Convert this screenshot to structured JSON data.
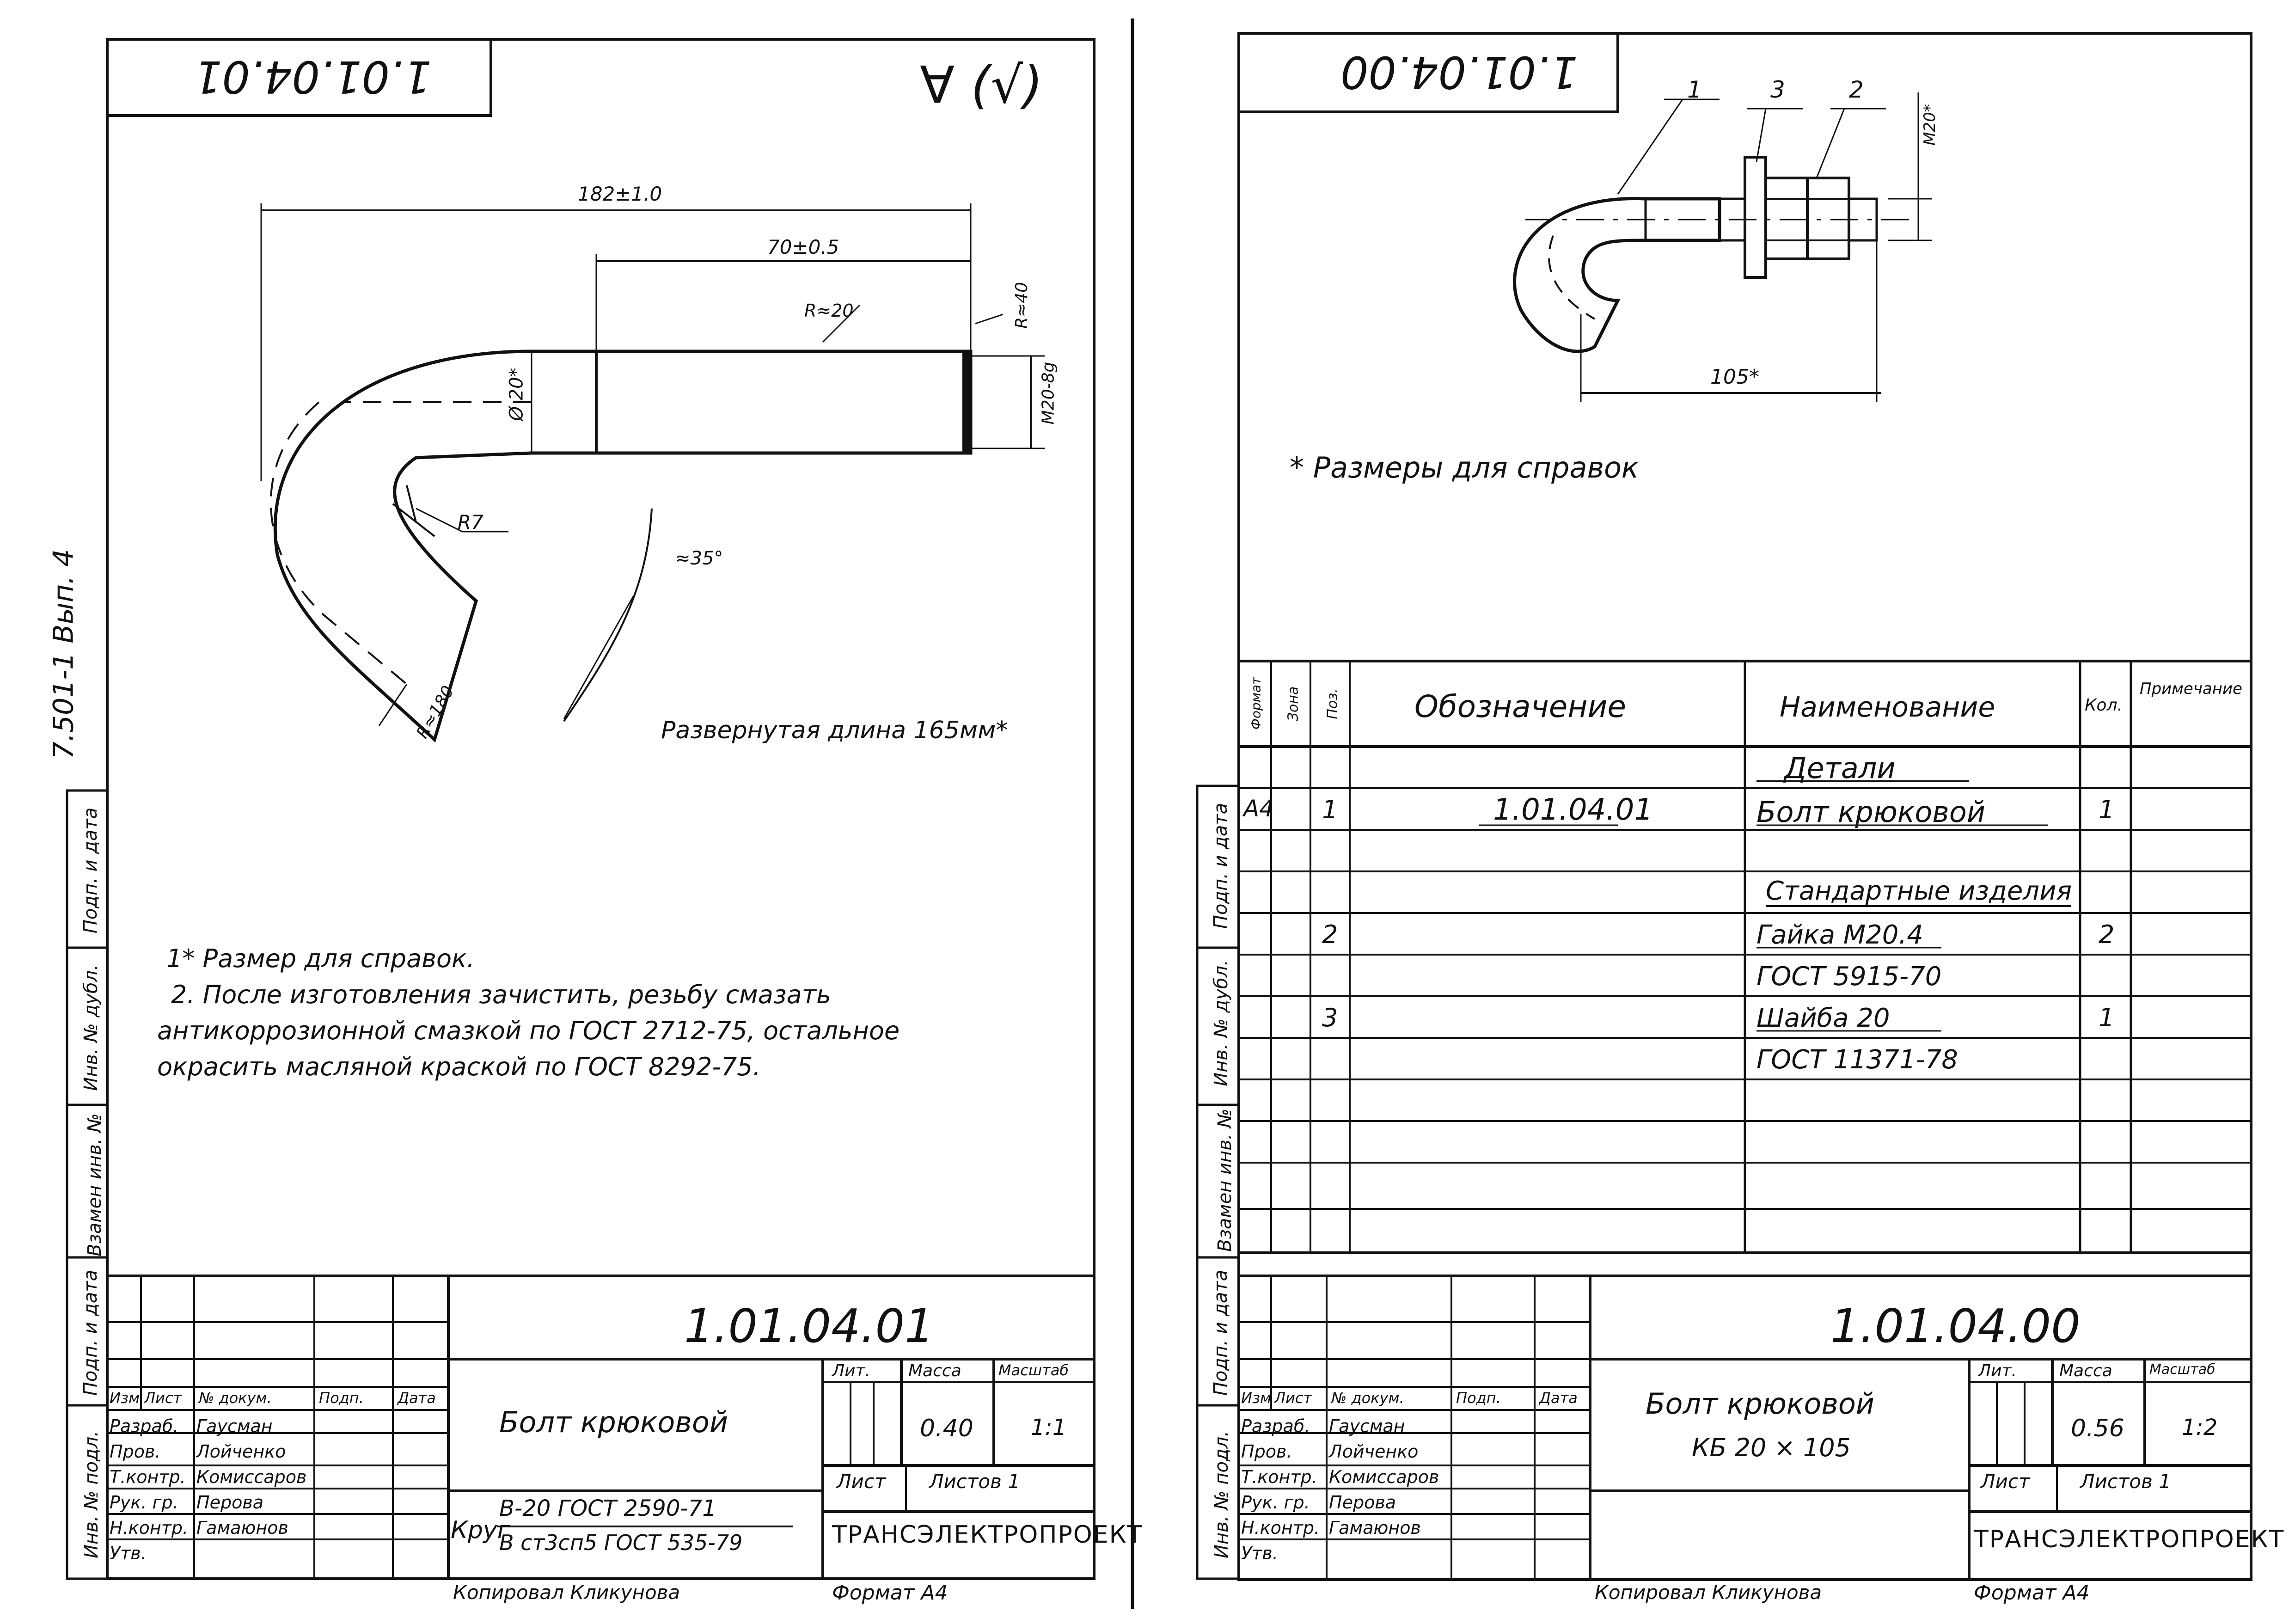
{
  "left_sheet": {
    "code_box": "1.01.04.01",
    "roughness_mark": "∀ (√)",
    "dimensions": {
      "overall": "182±1.0",
      "straight": "70±0.5",
      "thread": "M20-8g",
      "diameter": "Ø 20*",
      "r_bend": "R≈20",
      "r_end": "R≈40",
      "r_inner": "R7",
      "r_outer": "R≈180",
      "angle": "≈35°"
    },
    "developed_length": "Развернутая длина 165мм*",
    "notes": [
      "1* Размер для справок.",
      "2. После изготовления зачистить, резьбу смазать",
      "антикоррозионной смазкой по ГОСТ 2712-75, остальное",
      "окрасить масляной краской по ГОСТ 8292-75."
    ],
    "side_label": "7.501-1 Вып. 4",
    "side_stamp_labels": [
      "Подп. и дата",
      "Инв. № дубл.",
      "Взамен инв. №",
      "Подп. и дата",
      "Инв. № подл."
    ],
    "title_block": {
      "designation": "1.01.04.01",
      "name": "Болт крюковой",
      "material_prefix": "Круг",
      "material_top": "В-20   ГОСТ 2590-71",
      "material_bottom": "В ст3сп5 ГОСТ 535-79",
      "head_cols": [
        "Изм",
        "Лист",
        "№ докум.",
        "Подп.",
        "Дата"
      ],
      "roles": [
        "Разраб.",
        "Пров.",
        "Т.контр.",
        "Рук. гр.",
        "Н.контр.",
        "Утв."
      ],
      "names": [
        "Гаусман",
        "Лойченко",
        "",
        "Комиссаров",
        "Перова",
        "Гамаюнов"
      ],
      "lit_label": "Лит.",
      "mass_label": "Масса",
      "scale_label": "Масштаб",
      "mass": "0.40",
      "scale": "1:1",
      "sheet_label": "Лист",
      "sheets_label": "Листов 1",
      "org": "ТРАНСЭЛЕКТРОПРОЕКТ",
      "copied": "Копировал Кликунова",
      "format": "Формат А4"
    }
  },
  "right_sheet": {
    "code_box": "1.01.04.00",
    "callouts": [
      "1",
      "3",
      "2"
    ],
    "thread_dim": "M20*",
    "length_dim": "105*",
    "ref_note": "* Размеры для справок",
    "spec_headers": [
      "Формат",
      "Зона",
      "Поз.",
      "Обозначение",
      "Наименование",
      "Кол.",
      "Примечание"
    ],
    "spec_rows": [
      {
        "fmt": "",
        "pos": "",
        "des": "",
        "name": "Детали",
        "qty": "",
        "underline": true
      },
      {
        "fmt": "А4",
        "pos": "1",
        "des": "1.01.04.01",
        "name": "Болт крюковой",
        "qty": "1"
      },
      {
        "fmt": "",
        "pos": "",
        "des": "",
        "name": "",
        "qty": ""
      },
      {
        "fmt": "",
        "pos": "",
        "des": "",
        "name": "Стандартные изделия",
        "qty": "",
        "underline": true
      },
      {
        "fmt": "",
        "pos": "2",
        "des": "",
        "name": "Гайка М20.4",
        "qty": "2"
      },
      {
        "fmt": "",
        "pos": "",
        "des": "",
        "name": "ГОСТ 5915-70",
        "qty": ""
      },
      {
        "fmt": "",
        "pos": "3",
        "des": "",
        "name": "Шайба 20",
        "qty": "1"
      },
      {
        "fmt": "",
        "pos": "",
        "des": "",
        "name": "ГОСТ 11371-78",
        "qty": ""
      },
      {
        "fmt": "",
        "pos": "",
        "des": "",
        "name": "",
        "qty": ""
      },
      {
        "fmt": "",
        "pos": "",
        "des": "",
        "name": "",
        "qty": ""
      },
      {
        "fmt": "",
        "pos": "",
        "des": "",
        "name": "",
        "qty": ""
      },
      {
        "fmt": "",
        "pos": "",
        "des": "",
        "name": "",
        "qty": ""
      }
    ],
    "title_block": {
      "designation": "1.01.04.00",
      "name": "Болт крюковой",
      "subname": "КБ 20 × 105",
      "head_cols": [
        "Изм",
        "Лист",
        "№ докум.",
        "Подп.",
        "Дата"
      ],
      "roles": [
        "Разраб.",
        "Пров.",
        "Т.контр.",
        "Рук. гр.",
        "Н.контр.",
        "Утв."
      ],
      "names": [
        "Гаусман",
        "Лойченко",
        "",
        "Комиссаров",
        "Перова",
        "Гамаюнов"
      ],
      "lit_label": "Лит.",
      "mass_label": "Масса",
      "scale_label": "Масштаб",
      "mass": "0.56",
      "scale": "1:2",
      "sheet_label": "Лист",
      "sheets_label": "Листов 1",
      "org": "ТРАНСЭЛЕКТРОПРОЕКТ",
      "copied": "Копировал Кликунова",
      "format": "Формат А4"
    }
  }
}
